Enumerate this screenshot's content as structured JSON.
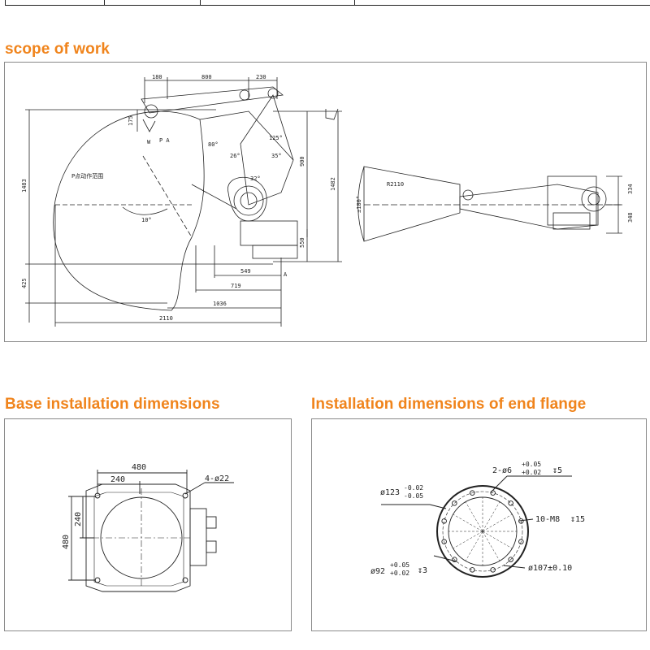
{
  "sections": {
    "scope": {
      "title": "scope of work"
    },
    "base": {
      "title": "Base installation dimensions"
    },
    "flange": {
      "title": "Installation dimensions of end flange"
    }
  },
  "scope_drawing": {
    "dims": {
      "d180": "180",
      "d800": "800",
      "d230": "230",
      "d175": "175",
      "d1483_left": "1483",
      "d425": "425",
      "d900": "900",
      "d1482": "1482",
      "d550": "550",
      "d549": "549",
      "d719": "719",
      "d1036": "1036",
      "d2110": "2110",
      "ang_80": "80°",
      "ang_26": "26°",
      "ang_35": "35°",
      "ang_125": "125°",
      "ang_32": "32°",
      "ang_10": "10°",
      "pa_label": "P A",
      "p_range": "P点动作范围",
      "marker_a": "A",
      "side_w": "W"
    },
    "top_view": {
      "radius": "R2110",
      "angle": "±180°",
      "d334": "334",
      "d348": "348"
    }
  },
  "base_drawing": {
    "d480_top": "480",
    "d240_top": "240",
    "holes": "4-ø22",
    "d480_left": "480",
    "d240_left": "240"
  },
  "flange_drawing": {
    "d123": "ø123",
    "d123_tol_upper": "-0.02",
    "d123_tol_lower": "-0.05",
    "holes_6": "2-ø6",
    "holes_6_tol_upper": "+0.05",
    "holes_6_tol_lower": "+0.02",
    "holes_6_depth": "↧5",
    "m8": "10-M8",
    "m8_depth": "↧15",
    "d92": "ø92",
    "d92_tol_upper": "+0.05",
    "d92_tol_lower": "+0.02",
    "d92_depth": "↧3",
    "d107": "ø107±0.10"
  },
  "colors": {
    "heading": "#f0841c",
    "line": "#222222",
    "frame": "#8a8a8a"
  }
}
